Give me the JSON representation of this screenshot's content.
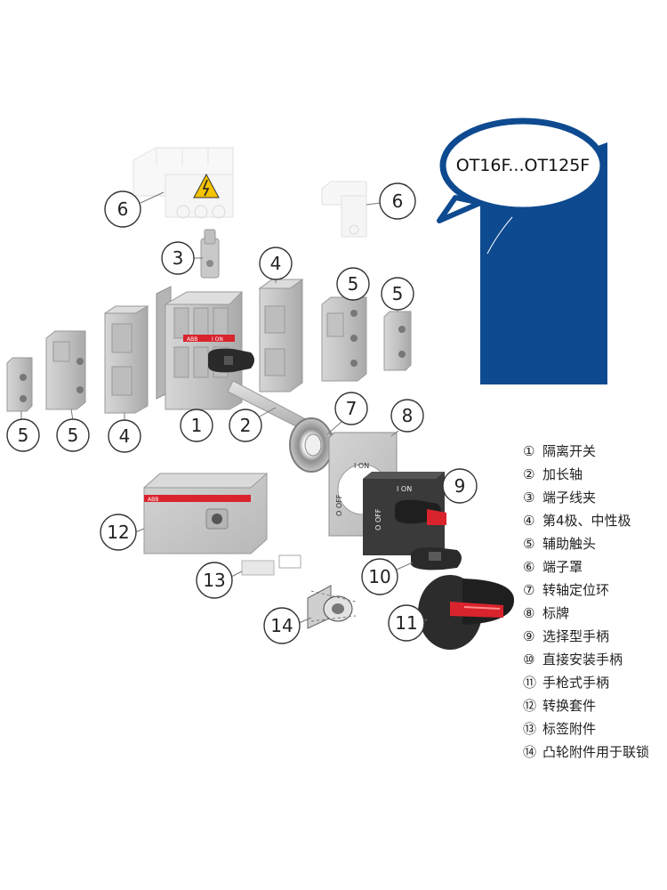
{
  "model_label": "OT16F...OT125F",
  "logo_text": "ABB",
  "switch_marks": {
    "on": "I ON",
    "off": "O OFF"
  },
  "callouts": {
    "c1": "1",
    "c2": "2",
    "c3": "3",
    "c4a": "4",
    "c4b": "4",
    "c5a": "5",
    "c5b": "5",
    "c5c": "5",
    "c5d": "5",
    "c6a": "6",
    "c6b": "6",
    "c7": "7",
    "c8": "8",
    "c9": "9",
    "c10": "10",
    "c11": "11",
    "c12": "12",
    "c13": "13",
    "c14": "14"
  },
  "legend": [
    {
      "num": "①",
      "text": "隔离开关"
    },
    {
      "num": "②",
      "text": "加长轴"
    },
    {
      "num": "③",
      "text": "端子线夹"
    },
    {
      "num": "④",
      "text": "第4极、中性极"
    },
    {
      "num": "⑤",
      "text": "辅助触头"
    },
    {
      "num": "⑥",
      "text": "端子罩"
    },
    {
      "num": "⑦",
      "text": "转轴定位环"
    },
    {
      "num": "⑧",
      "text": "标牌"
    },
    {
      "num": "⑨",
      "text": "选择型手柄"
    },
    {
      "num": "⑩",
      "text": "直接安装手柄"
    },
    {
      "num": "⑪",
      "text": "手枪式手柄"
    },
    {
      "num": "⑫",
      "text": "转换套件"
    },
    {
      "num": "⑬",
      "text": "标签附件"
    },
    {
      "num": "⑭",
      "text": "凸轮附件用于联锁"
    }
  ],
  "colors": {
    "brand_blue": "#0e4a90",
    "abb_red": "#d9232d",
    "handle": "#2a2a2a",
    "part_gray": "#c9c9c9"
  }
}
